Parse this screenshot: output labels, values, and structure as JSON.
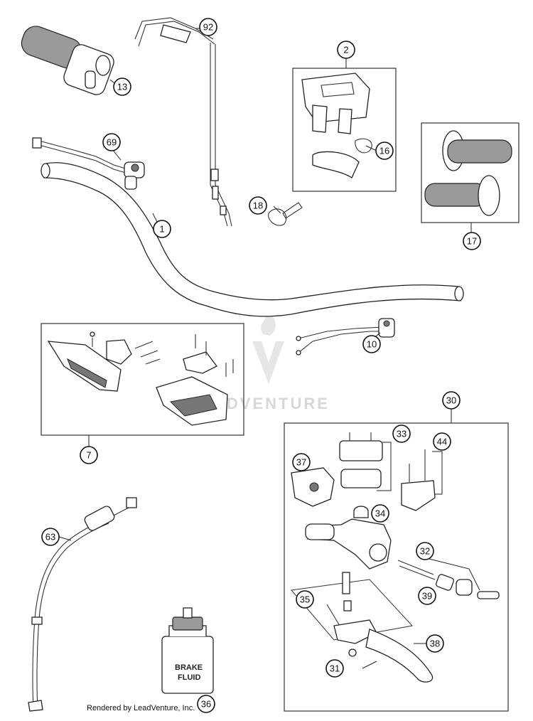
{
  "diagram": {
    "callouts": {
      "c1": "1",
      "c2": "2",
      "c7": "7",
      "c10": "10",
      "c13": "13",
      "c16": "16",
      "c17": "17",
      "c18": "18",
      "c30": "30",
      "c31": "31",
      "c32": "32",
      "c33": "33",
      "c34": "34",
      "c35": "35",
      "c36": "36",
      "c37": "37",
      "c38": "38",
      "c39": "39",
      "c44": "44",
      "c63": "63",
      "c69": "69",
      "c92": "92"
    },
    "brake_fluid_label": {
      "line1": "BRAKE",
      "line2": "FLUID"
    },
    "watermark": "ADVENTURE",
    "footer": "Rendered by LeadVenture, Inc."
  }
}
